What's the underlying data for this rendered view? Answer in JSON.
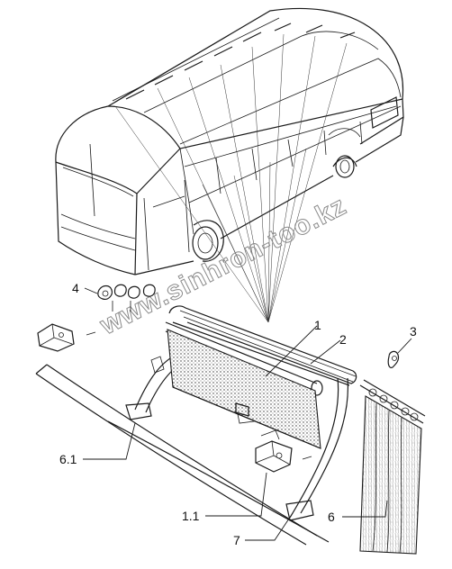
{
  "watermark": {
    "text": "www.sinhron-too.kz"
  },
  "callouts": [
    {
      "id": "c1",
      "label": "1"
    },
    {
      "id": "c2",
      "label": "2"
    },
    {
      "id": "c3",
      "label": "3"
    },
    {
      "id": "c4",
      "label": "4"
    },
    {
      "id": "c6",
      "label": "6"
    },
    {
      "id": "c61",
      "label": "6.1"
    },
    {
      "id": "c11",
      "label": "1.1"
    },
    {
      "id": "c7",
      "label": "7"
    }
  ]
}
